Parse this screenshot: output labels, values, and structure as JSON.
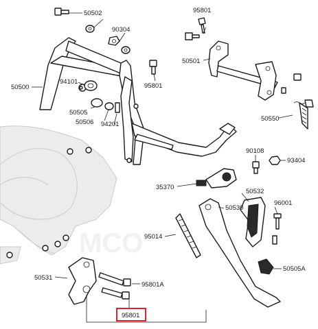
{
  "labels": {
    "p50502": "50502",
    "p90304": "90304",
    "p95801_top": "95801",
    "p50501": "50501",
    "p50500": "50500",
    "p94101": "94101",
    "p95801_mid": "95801",
    "p50505": "50505",
    "p50506": "50506",
    "p94201": "94201",
    "p50550": "50550",
    "p90108": "90108",
    "p93404": "93404",
    "p35370": "35370",
    "p50532": "50532",
    "p50530": "50530",
    "p96001": "96001",
    "p95014": "95014",
    "p50505A": "50505A",
    "p50531": "50531",
    "p95801A": "95801A",
    "p95801_hl": "95801"
  },
  "watermark": "MCO",
  "colors": {
    "highlight": "#e0242b",
    "line": "#1a1a1a",
    "frame": "#ececec"
  }
}
